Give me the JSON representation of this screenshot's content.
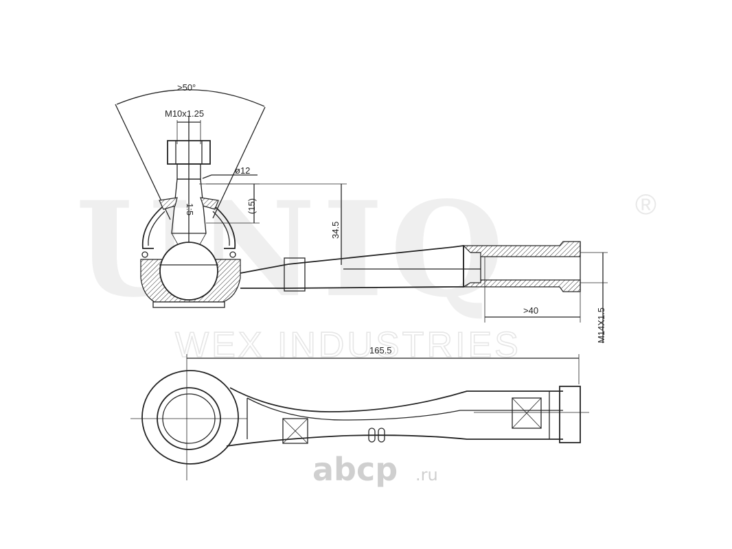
{
  "watermark": {
    "brand": "UNIQ",
    "registered": "®",
    "subtitle": "WEX INDUSTRIES",
    "site": "abcp",
    "site_tld": ".ru"
  },
  "dimensions": {
    "angle": ">50°",
    "thread_stud": "M10x1.25",
    "diameter": "ø12",
    "height_paren": "(15)",
    "taper": "1:5",
    "offset": "34.5",
    "thread_depth": ">40",
    "thread_rod": "M14X1.5",
    "length": "165.5"
  }
}
